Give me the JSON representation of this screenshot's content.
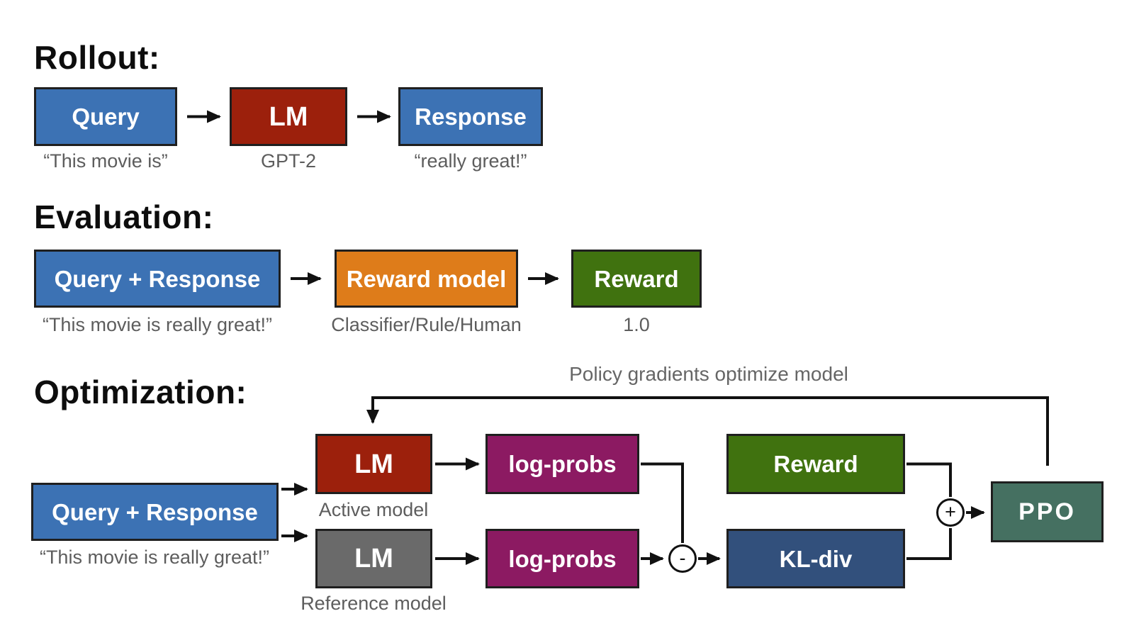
{
  "sections": {
    "rollout": {
      "heading": "Rollout:",
      "query": {
        "label": "Query",
        "caption": "“This movie is”"
      },
      "lm": {
        "label": "LM",
        "caption": "GPT-2"
      },
      "response": {
        "label": "Response",
        "caption": "“really great!”"
      }
    },
    "evaluation": {
      "heading": "Evaluation:",
      "query_response": {
        "label": "Query + Response",
        "caption": "“This movie is really great!”"
      },
      "reward_model": {
        "label": "Reward model",
        "caption": "Classifier/Rule/Human"
      },
      "reward": {
        "label": "Reward",
        "caption": "1.0"
      }
    },
    "optimization": {
      "heading": "Optimization:",
      "feedback_label": "Policy gradients optimize model",
      "query_response": {
        "label": "Query + Response",
        "caption": "“This movie is really great!”"
      },
      "lm_active": {
        "label": "LM",
        "caption": "Active model"
      },
      "lm_reference": {
        "label": "LM",
        "caption": "Reference model"
      },
      "log_probs_active": {
        "label": "log-probs"
      },
      "log_probs_reference": {
        "label": "log-probs"
      },
      "reward": {
        "label": "Reward"
      },
      "kl_div": {
        "label": "KL-div"
      },
      "ppo": {
        "label": "PPO"
      },
      "minus_operator": "-",
      "plus_operator": "+"
    }
  },
  "colors": {
    "box_blue": "#3c72b4",
    "box_red": "#9c200c",
    "box_orange": "#de7c1a",
    "box_green": "#40720f",
    "box_purple": "#8c1a62",
    "box_kl_blue": "#32507c",
    "box_teal": "#457061",
    "box_gray": "#6a6a6a",
    "wire": "#111111",
    "caption_gray": "#5d5d5d"
  }
}
